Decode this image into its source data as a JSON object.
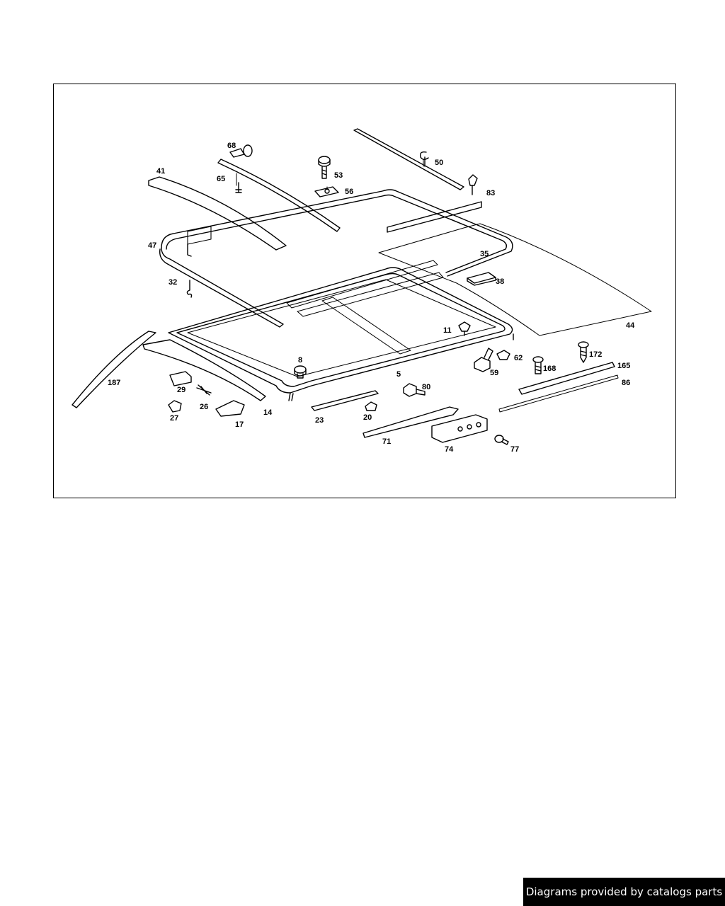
{
  "diagram": {
    "part_numbers": [
      "68",
      "53",
      "50",
      "41",
      "65",
      "56",
      "83",
      "47",
      "35",
      "38",
      "32",
      "44",
      "11",
      "8",
      "62",
      "172",
      "59",
      "168",
      "165",
      "187",
      "5",
      "80",
      "86",
      "29",
      "26",
      "14",
      "20",
      "27",
      "17",
      "23",
      "71",
      "74",
      "77"
    ]
  },
  "footer": {
    "credit": "Diagrams provided by catalogs parts"
  },
  "colors": {
    "line": "#000000",
    "background": "#ffffff",
    "credit_bg": "#000000",
    "credit_text": "#ffffff"
  }
}
